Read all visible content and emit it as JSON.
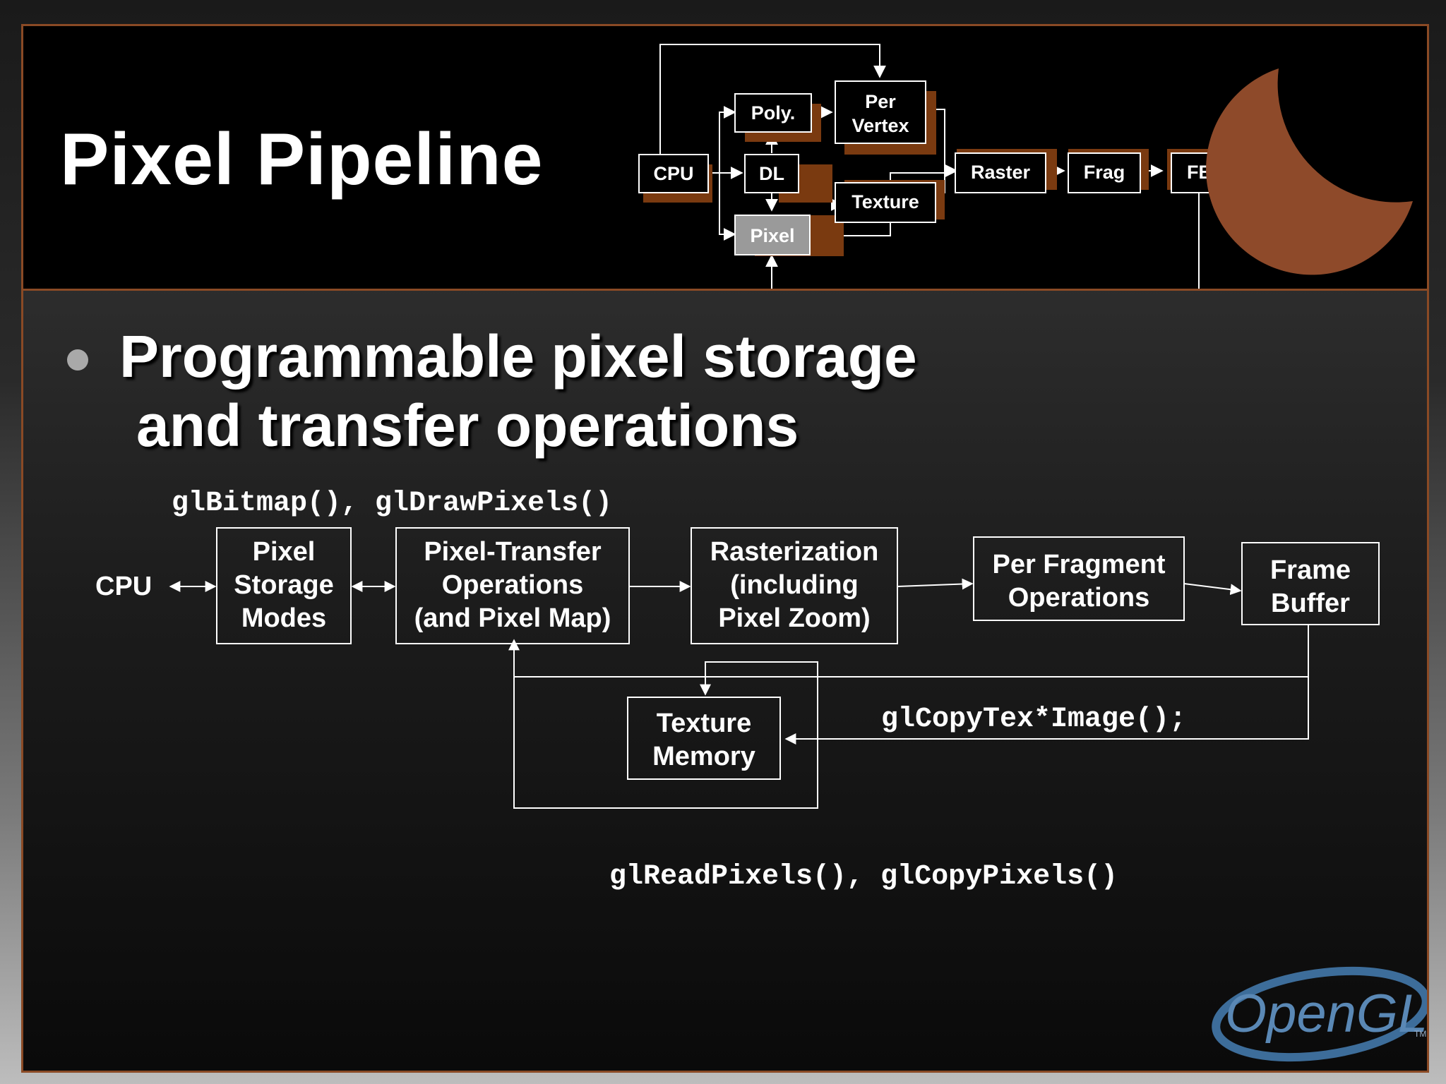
{
  "title": "Pixel Pipeline",
  "mini_pipeline": {
    "cpu": "CPU",
    "poly": "Poly.",
    "per_vertex_1": "Per",
    "per_vertex_2": "Vertex",
    "dl": "DL",
    "texture": "Texture",
    "pixel": "Pixel",
    "raster": "Raster",
    "frag": "Frag",
    "fb": "FB"
  },
  "bullet": {
    "line1": "Programmable pixel storage",
    "line2": "and transfer operations"
  },
  "diagram": {
    "draw_call_label": "glBitmap(), glDrawPixels()",
    "cpu": "CPU",
    "storage_modes": [
      "Pixel",
      "Storage",
      "Modes"
    ],
    "transfer_ops": [
      "Pixel-Transfer",
      "Operations",
      "(and Pixel Map)"
    ],
    "rasterization": [
      "Rasterization",
      "(including",
      "Pixel Zoom)"
    ],
    "per_fragment": [
      "Per Fragment",
      "Operations"
    ],
    "frame_buffer": [
      "Frame",
      "Buffer"
    ],
    "texture_memory": [
      "Texture",
      "Memory"
    ],
    "copy_tex_label": "glCopyTex*Image();",
    "read_label": "glReadPixels(), glCopyPixels()"
  },
  "logo": {
    "text": "OpenGL",
    "tm": "TM"
  },
  "colors": {
    "accent": "#8a4a25",
    "box_shadow": "#7a3a10",
    "pixel_box": "#9a9a9a",
    "moon": "#8e4a2a"
  }
}
